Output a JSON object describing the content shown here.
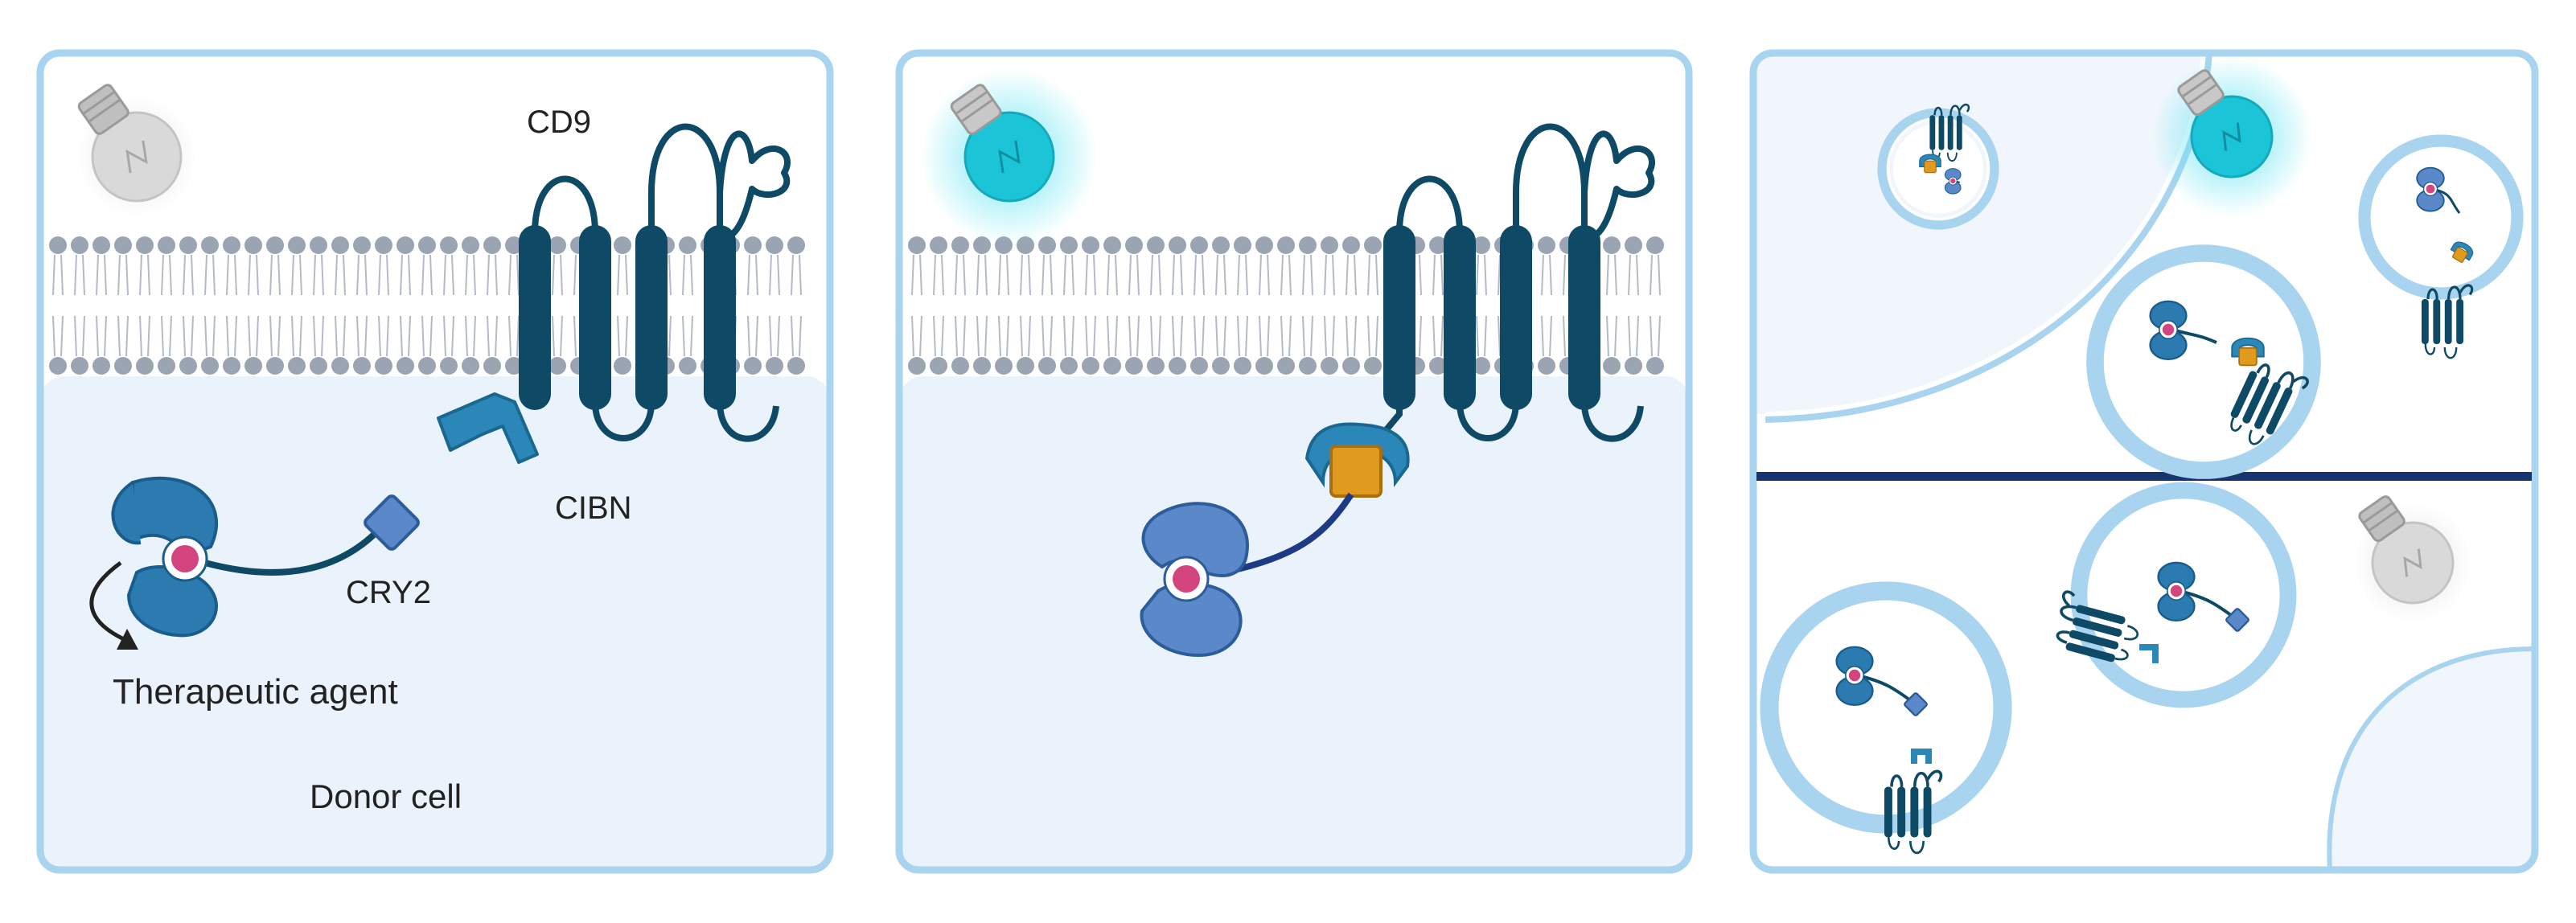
{
  "labels": {
    "cd9": "CD9",
    "cibn": "CIBN",
    "cry2": "CRY2",
    "therapeutic_agent": "Therapeutic agent",
    "donor_cell": "Donor cell"
  },
  "panels": [
    {
      "id": "panel-1",
      "light": "off"
    },
    {
      "id": "panel-2",
      "light": "on"
    },
    {
      "id": "panel-3-top",
      "light": "on"
    },
    {
      "id": "panel-3-bottom",
      "light": "off"
    }
  ],
  "colors": {
    "panel_border": "#a9d4ef",
    "cytoplasm": "#eaf2fb",
    "lipid_head": "#9aa4b2",
    "cd9": "#0e4a66",
    "cibn": "#2b87b8",
    "cry2": "#5a88c8",
    "agent": "#2b7ab0",
    "cargo": "#d4447e",
    "dimer": "#e09b1f",
    "divider": "#17346e",
    "bulb_on": "#1cc4d8",
    "bulb_off": "#d9d9d9"
  }
}
